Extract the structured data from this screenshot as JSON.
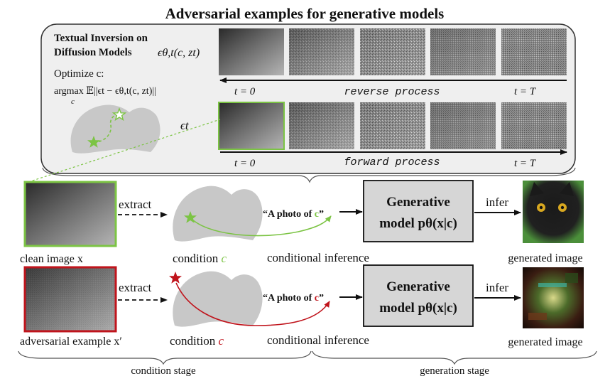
{
  "title": "Adversarial examples for generative models",
  "panel": {
    "heading_line1": "Textual Inversion on",
    "heading_line2": "Diffusion Models",
    "eps_model": "ϵθ,t(c, zt)",
    "optimize_label": "Optimize c:",
    "objective_main": "argmax 𝔼||ϵt − ϵθ,t(c, zt)||",
    "objective_sub": "c",
    "eps_t": "ϵt",
    "reverse": {
      "t_start": "t = 0",
      "label": "reverse process",
      "t_end": "t = T"
    },
    "forward": {
      "t_start": "t = 0",
      "label": "forward process",
      "t_end": "t = T"
    }
  },
  "row_clean": {
    "image_label": "clean image x",
    "extract": "extract",
    "condition_label": "condition",
    "condition_var": "c",
    "prompt_prefix": "“A photo of ",
    "prompt_var": "c",
    "prompt_suffix": "”",
    "inference_label": "conditional inference",
    "model_line1": "Generative",
    "model_line2": "model pθ(x|c)",
    "infer": "infer",
    "output_label": "generated image"
  },
  "row_adv": {
    "image_label": "adversarial example x′",
    "extract": "extract",
    "condition_label": "condition",
    "condition_var": "c",
    "prompt_prefix": "“A photo of ",
    "prompt_var": "c",
    "prompt_suffix": "”",
    "inference_label": "conditional inference",
    "model_line1": "Generative",
    "model_line2": "model pθ(x|c)",
    "infer": "infer",
    "output_label": "generated image"
  },
  "stages": {
    "condition": "condition stage",
    "generation": "generation stage"
  },
  "colors": {
    "green": "#7cc444",
    "red": "#c0141c",
    "panel_bg": "#efefef",
    "model_box": "#d6d6d6",
    "shape": "#c8c8c8"
  }
}
